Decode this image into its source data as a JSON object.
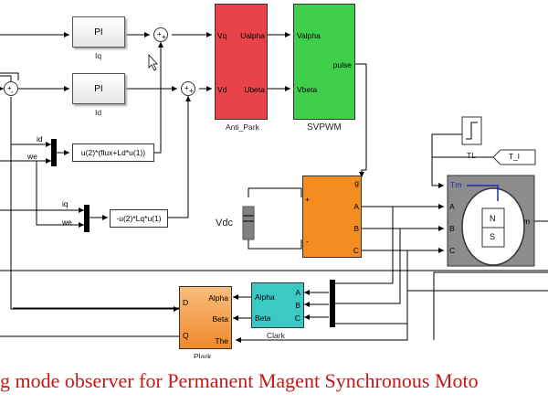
{
  "pi_q": {
    "label": "PI",
    "caption": "Iq"
  },
  "pi_d": {
    "label": "PI",
    "caption": "Id"
  },
  "anti_park": {
    "in_q": "Vq",
    "in_d": "Vd",
    "out_alpha": "Ualpha",
    "out_beta": "Ubeta",
    "caption": "Anti_Park",
    "color": "#e8424a"
  },
  "svpwm": {
    "in_alpha": "Valpha",
    "in_beta": "Vbeta",
    "out": "pulse",
    "caption": "SVPWM",
    "color": "#3fcf4b"
  },
  "fcn_q": {
    "expr": "u(2)*(flux+Ld*u(1))",
    "in1": "id",
    "in2": "we"
  },
  "fcn_d": {
    "expr": "-u(2)*Lq*u(1)",
    "in1": "iq",
    "in2": "we"
  },
  "inverter": {
    "port_g": "g",
    "port_plus": "+",
    "port_minus": "-",
    "port_a": "A",
    "port_b": "B",
    "port_c": "C",
    "color": "#f58c1f"
  },
  "vdc": {
    "label": "Vdc"
  },
  "motor": {
    "in_tm": "Tm",
    "in_a": "A",
    "in_b": "B",
    "in_c": "C",
    "out_m": "m",
    "n": "N",
    "s": "S",
    "color": "#8c8c8c"
  },
  "tl": {
    "label": "TL",
    "goto": "T_l"
  },
  "clark": {
    "in_a": "A",
    "in_b": "B",
    "in_c": "C",
    "out_alpha": "Alpha",
    "out_beta": "Beta",
    "caption": "Clark",
    "color": "#3cc8c4"
  },
  "park": {
    "in_d": "D",
    "in_q": "Q",
    "in_alpha": "Alpha",
    "in_beta": "Beta",
    "in_the": "The",
    "caption": "Plark",
    "color": "#f7a44a"
  },
  "footer": {
    "title": "g mode observer for Permanent Magent Synchronous Moto"
  }
}
